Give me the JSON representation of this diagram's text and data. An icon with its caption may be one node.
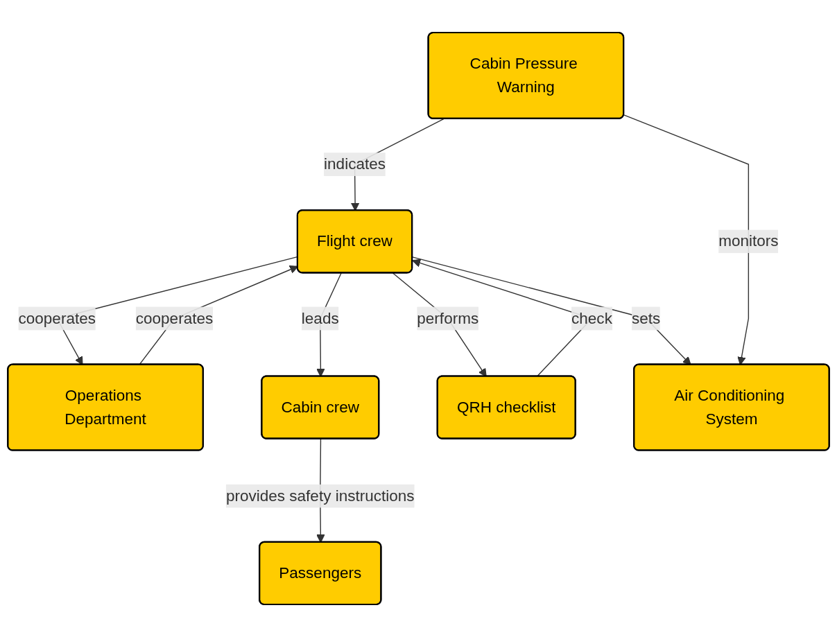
{
  "diagram": {
    "nodes": [
      {
        "text": [
          "Flight crew"
        ]
      },
      {
        "text": [
          "Operations Department"
        ]
      },
      {
        "text": [
          "Cabin crew"
        ]
      },
      {
        "text": [
          "Cabin Pressure Warning"
        ]
      },
      {
        "text": [
          "QRH checklist"
        ]
      },
      {
        "text": [
          "Passengers"
        ]
      },
      {
        "text": [
          "Air Conditioning System"
        ]
      }
    ],
    "edges": [
      {
        "from": 1,
        "to": 0,
        "arrow": "to",
        "label": "cooperates"
      },
      {
        "from": 0,
        "to": 1,
        "arrow": "to",
        "label": "cooperates"
      },
      {
        "from": 0,
        "to": 2,
        "arrow": "to",
        "label": "leads"
      },
      {
        "from": 3,
        "to": 0,
        "arrow": "to",
        "label": "indicates"
      },
      {
        "from": 0,
        "to": 6,
        "arrow": "to",
        "label": "sets"
      },
      {
        "from": 0,
        "to": 4,
        "arrow": "to",
        "label": "performs"
      },
      {
        "from": 4,
        "to": 0,
        "arrow": "to",
        "label": "check"
      },
      {
        "from": 2,
        "to": 5,
        "arrow": "to",
        "label": "provides safety instructions"
      },
      {
        "from": 3,
        "to": 6,
        "arrow": "to",
        "label": "monitors"
      }
    ]
  }
}
